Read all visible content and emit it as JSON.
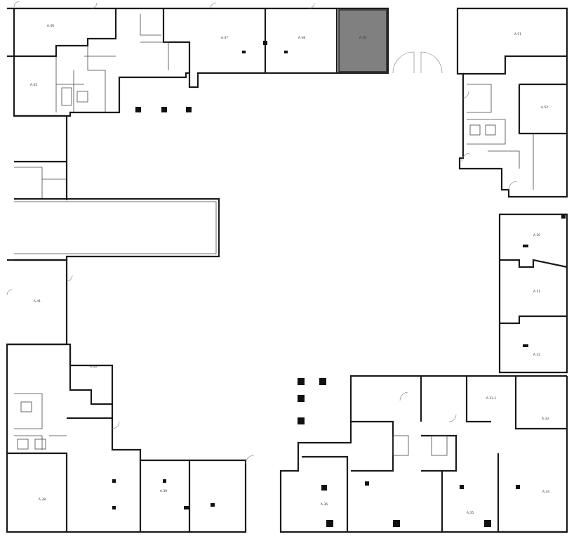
{
  "colors": {
    "wall": "#1a1a1a",
    "highlight": "#808080",
    "background": "#ffffff"
  },
  "rooms": [
    {
      "id": "A46",
      "label": "А.46",
      "highlighted": false
    },
    {
      "id": "A47",
      "label": "А.47",
      "highlighted": false
    },
    {
      "id": "A48",
      "label": "А.48",
      "highlighted": false
    },
    {
      "id": "A50",
      "label": "А.50",
      "highlighted": true
    },
    {
      "id": "A51",
      "label": "А.51",
      "highlighted": false
    },
    {
      "id": "A45",
      "label": "А.45",
      "highlighted": false
    },
    {
      "id": "A52",
      "label": "А.52",
      "highlighted": false
    },
    {
      "id": "A30",
      "label": "А.30",
      "highlighted": false
    },
    {
      "id": "A31",
      "label": "А.31",
      "highlighted": false
    },
    {
      "id": "A41",
      "label": "А.41",
      "highlighted": false
    },
    {
      "id": "A32",
      "label": "А.32",
      "highlighted": false
    },
    {
      "id": "A40",
      "label": "А.40",
      "highlighted": false
    },
    {
      "id": "A331",
      "label": "А.33.1",
      "highlighted": false
    },
    {
      "id": "A33",
      "label": "А.33",
      "highlighted": false
    },
    {
      "id": "A38",
      "label": "А.38",
      "highlighted": false
    },
    {
      "id": "A39",
      "label": "А.39",
      "highlighted": false
    },
    {
      "id": "A36",
      "label": "А.36",
      "highlighted": false
    },
    {
      "id": "A35",
      "label": "А.35",
      "highlighted": false
    },
    {
      "id": "A34",
      "label": "А.34",
      "highlighted": false
    }
  ]
}
